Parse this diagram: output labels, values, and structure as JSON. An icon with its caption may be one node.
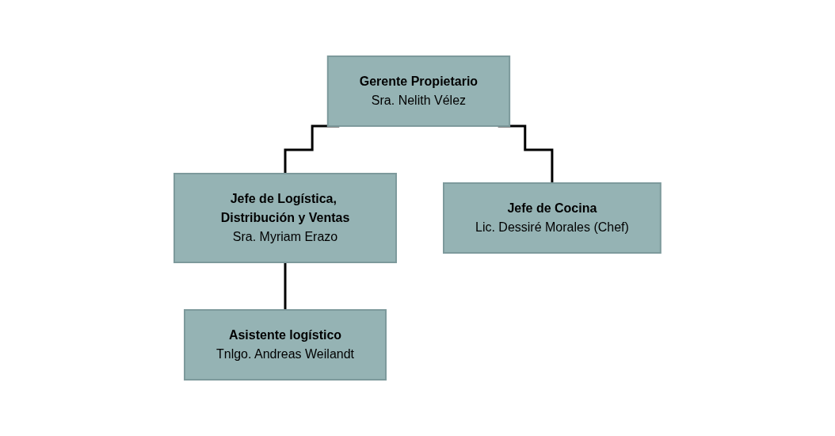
{
  "diagram": {
    "nodes": [
      {
        "text": [
          "Gerente Propietario",
          "Sra. Nelith Vélez"
        ]
      },
      {
        "text": [
          "Jefe de Logística, Distribución y Ventas",
          "Sra. Myriam Erazo"
        ]
      },
      {
        "text": [
          "Jefe de Cocina",
          "Lic. Dessiré Morales (Chef)"
        ]
      },
      {
        "text": [
          "Asistente logístico",
          "Tnlgo. Andreas Weilandt"
        ]
      }
    ],
    "edges": [
      {
        "from": 0,
        "to": 1,
        "arrow": "none"
      },
      {
        "from": 0,
        "to": 2,
        "arrow": "none"
      },
      {
        "from": 1,
        "to": 3,
        "arrow": "none"
      }
    ]
  }
}
